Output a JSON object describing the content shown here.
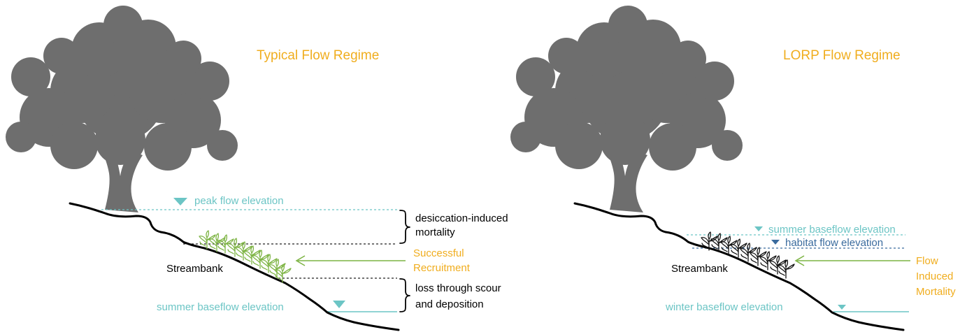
{
  "colors": {
    "title": "#f0ad1e",
    "water_light": "#6cc5c5",
    "water_dark": "#3a6b9e",
    "recruitment_arrow": "#7cb342",
    "tree": "#6e6e6e",
    "bank": "#000000",
    "text": "#000000"
  },
  "icons": {
    "water_level_marker": "inverted-triangle-icon",
    "tree": "tree-silhouette-icon",
    "seedling": "seedling-icon",
    "brace": "curly-brace-icon",
    "arrow": "left-arrow-icon"
  },
  "left_panel": {
    "title": "Typical Flow Regime",
    "peak_flow_label": "peak flow elevation",
    "desiccation_label_line1": "desiccation-induced",
    "desiccation_label_line2": "mortality",
    "recruitment_label_line1": "Successful",
    "recruitment_label_line2": "Recruitment",
    "streambank_label": "Streambank",
    "scour_label_line1": "loss through scour",
    "scour_label_line2": "and deposition",
    "baseflow_label": "summer baseflow elevation"
  },
  "right_panel": {
    "title": "LORP Flow Regime",
    "summer_baseflow_label": "summer baseflow elevation",
    "habitat_flow_label": "habitat flow elevation",
    "mortality_label_line1": "Flow",
    "mortality_label_line2": "Induced",
    "mortality_label_line3": "Mortality",
    "streambank_label": "Streambank",
    "winter_baseflow_label": "winter baseflow elevation"
  }
}
